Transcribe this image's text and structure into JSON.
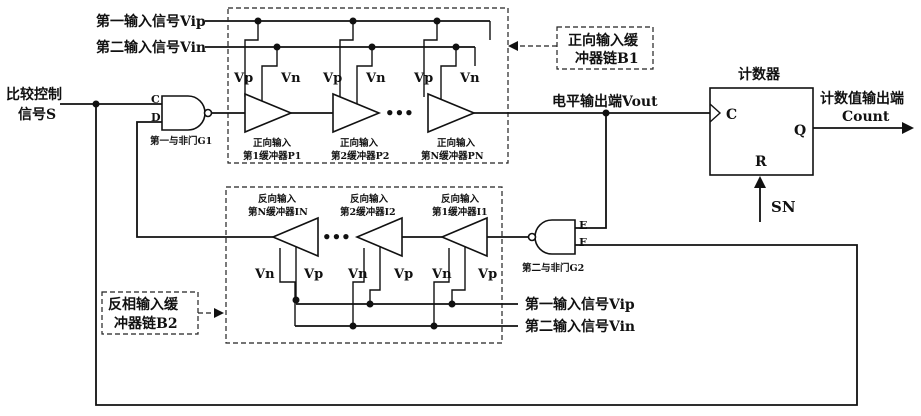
{
  "inputs": {
    "vip_top": "第一输入信号Vip",
    "vin_top": "第二输入信号Vin",
    "vip_bottom": "第一输入信号Vip",
    "vin_bottom": "第二输入信号Vin"
  },
  "control": {
    "line1": "比较控制",
    "line2": "信号S"
  },
  "gate1": {
    "label": "第一与非门G1",
    "pin_c": "C",
    "pin_d": "D"
  },
  "gate2": {
    "label": "第二与非门G2",
    "pin_e": "E",
    "pin_f": "F"
  },
  "chain_b1": {
    "line1": "正向输入缓",
    "line2": "冲器链B1"
  },
  "chain_b2": {
    "line1": "反相输入缓",
    "line2": "冲器链B2"
  },
  "forward_buffers": [
    {
      "line1": "正向输入",
      "line2": "第1缓冲器P1",
      "vp": "Vp",
      "vn": "Vn"
    },
    {
      "line1": "正向输入",
      "line2": "第2缓冲器P2",
      "vp": "Vp",
      "vn": "Vn"
    },
    {
      "line1": "正向输入",
      "line2": "第N缓冲器PN",
      "vp": "Vp",
      "vn": "Vn"
    }
  ],
  "reverse_buffers": [
    {
      "line1": "反向输入",
      "line2": "第N缓冲器IN",
      "vp": "Vp",
      "vn": "Vn"
    },
    {
      "line1": "反向输入",
      "line2": "第2缓冲器I2",
      "vp": "Vp",
      "vn": "Vn"
    },
    {
      "line1": "反向输入",
      "line2": "第1缓冲器I1",
      "vp": "Vp",
      "vn": "Vn"
    }
  ],
  "vout_label": "电平输出端Vout",
  "counter": {
    "title": "计数器",
    "pin_c": "C",
    "pin_q": "Q",
    "pin_r": "R",
    "sn": "SN",
    "out_line1": "计数值输出端",
    "out_line2": "Count"
  },
  "ellipsis": "•••"
}
